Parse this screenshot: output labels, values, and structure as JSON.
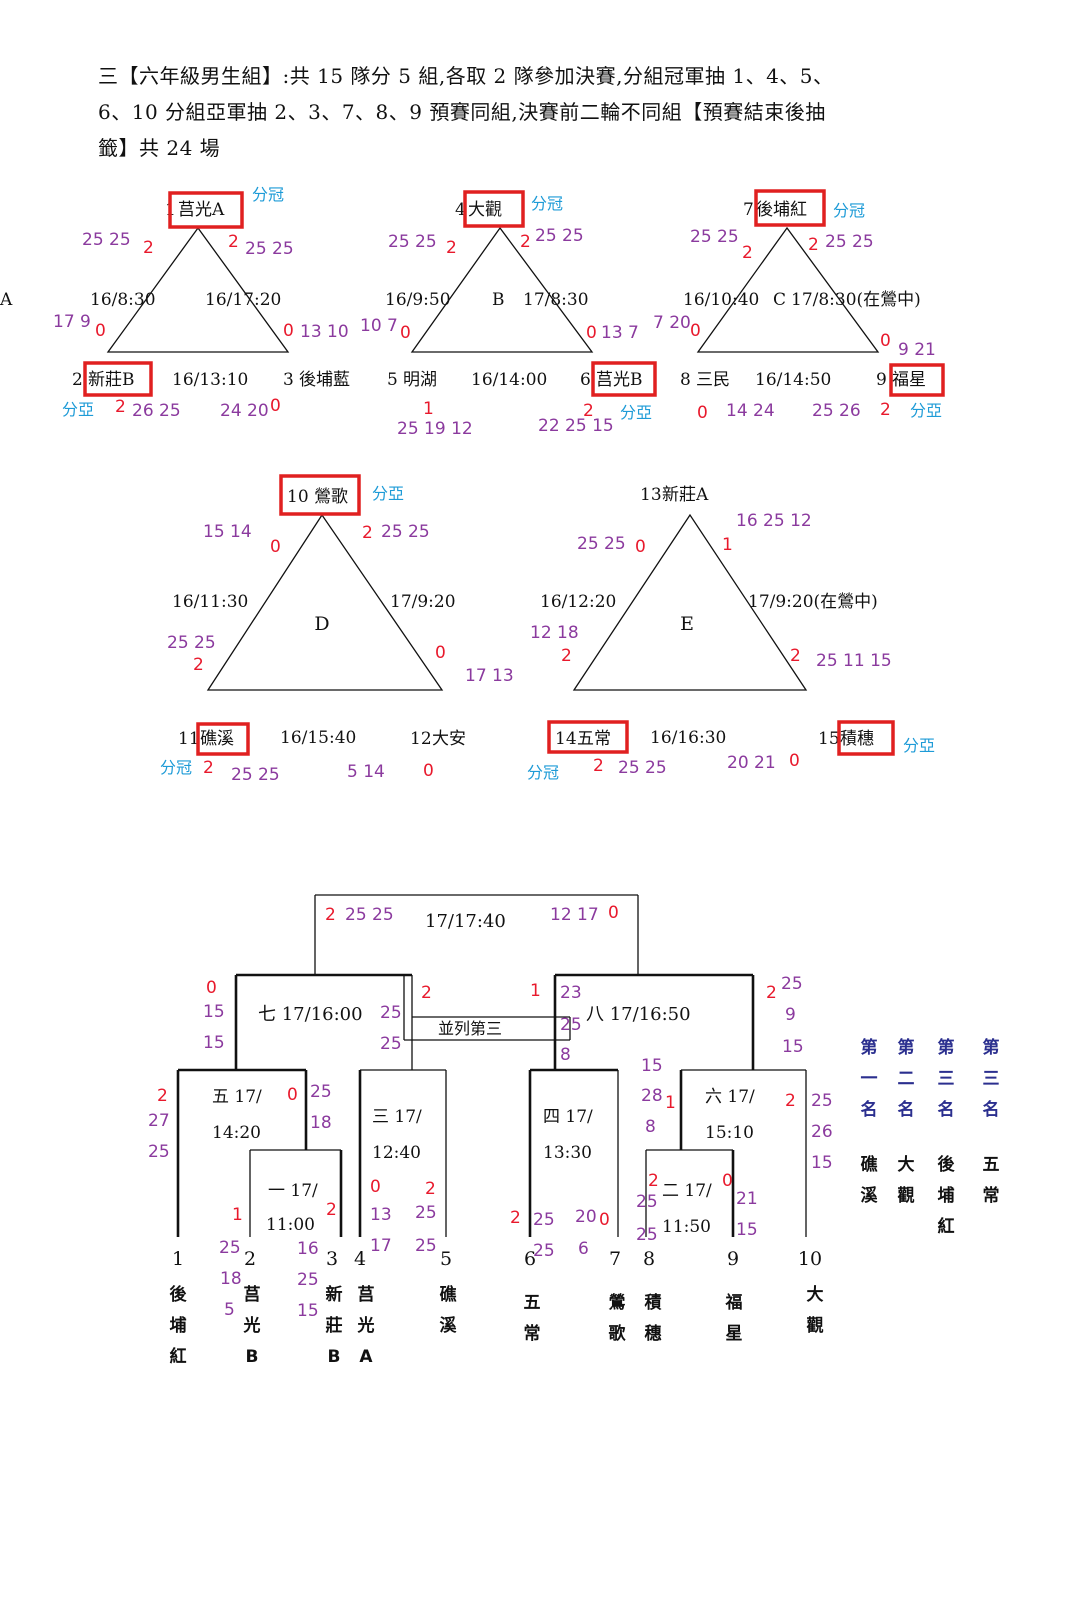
{
  "header": {
    "line1": "三【六年級男生組】:共 15 隊分 5 組,各取 2 隊參加決賽,分組冠軍抽 1、4、5、",
    "line2": "6、10 分組亞軍抽 2、3、7、8、9 預賽同組,決賽前二輪不同組【預賽結束後抽",
    "line3": "籤】共 24 場"
  },
  "colors": {
    "score_red": "#e8192c",
    "score_purple": "#8b3a9e",
    "tag_blue": "#1e9bd7",
    "box_red": "#e02020",
    "ranking_navy": "#2b2f8f"
  },
  "groups": [
    {
      "letter": "A",
      "time_left": "16/8:30",
      "time_right": "16/17:20",
      "time_bottom": "16/13:10",
      "top": {
        "num": "1",
        "name": "莒光A",
        "tag": "分冠"
      },
      "left": {
        "num": "2",
        "name": "新莊B",
        "tag": "分亞"
      },
      "right": {
        "num": "3",
        "name": "後埔藍",
        "tag": ""
      },
      "scores": [
        {
          "t": "25 25",
          "c": "p"
        },
        {
          "t": "2",
          "c": "r"
        },
        {
          "t": "2",
          "c": "r"
        },
        {
          "t": "25 25",
          "c": "p"
        },
        {
          "t": "17 9",
          "c": "p"
        },
        {
          "t": "0",
          "c": "r"
        },
        {
          "t": "0",
          "c": "r"
        },
        {
          "t": "13 10",
          "c": "p"
        },
        {
          "t": "2",
          "c": "r"
        },
        {
          "t": "26 25",
          "c": "p"
        },
        {
          "t": "24 20",
          "c": "p"
        },
        {
          "t": "0",
          "c": "r"
        }
      ]
    },
    {
      "letter": "B",
      "time_left": "16/9:50",
      "time_right": "17/8:30",
      "time_bottom": "16/14:00",
      "top": {
        "num": "4",
        "name": "大觀",
        "tag": "分冠"
      },
      "left": {
        "num": "5",
        "name": "明湖",
        "tag": ""
      },
      "right": {
        "num": "6",
        "name": "莒光B",
        "tag": "分亞"
      },
      "scores": [
        {
          "t": "25 25",
          "c": "p"
        },
        {
          "t": "2",
          "c": "r"
        },
        {
          "t": "2",
          "c": "r"
        },
        {
          "t": "25 25",
          "c": "p"
        },
        {
          "t": "10 7",
          "c": "p"
        },
        {
          "t": "0",
          "c": "r"
        },
        {
          "t": "0",
          "c": "r"
        },
        {
          "t": "13 7",
          "c": "p"
        },
        {
          "t": "1",
          "c": "r"
        },
        {
          "t": "25 19 12",
          "c": "p"
        },
        {
          "t": "2",
          "c": "r"
        },
        {
          "t": "22 25 15",
          "c": "p"
        }
      ]
    },
    {
      "letter": "C",
      "time_left": "16/10:40",
      "time_right": "17/8:30(在鶯中)",
      "time_bottom": "16/14:50",
      "top": {
        "num": "7",
        "name": "後埔紅",
        "tag": "分冠"
      },
      "left": {
        "num": "8",
        "name": "三民",
        "tag": ""
      },
      "right": {
        "num": "9",
        "name": "福星",
        "tag": "分亞"
      },
      "scores": [
        {
          "t": "25 25",
          "c": "p"
        },
        {
          "t": "2",
          "c": "r"
        },
        {
          "t": "2",
          "c": "r"
        },
        {
          "t": "25 25",
          "c": "p"
        },
        {
          "t": "7 20",
          "c": "p"
        },
        {
          "t": "0",
          "c": "r"
        },
        {
          "t": "0",
          "c": "r"
        },
        {
          "t": "9 21",
          "c": "p"
        },
        {
          "t": "0",
          "c": "r"
        },
        {
          "t": "14 24",
          "c": "p"
        },
        {
          "t": "25 26",
          "c": "p"
        },
        {
          "t": "2",
          "c": "r"
        }
      ]
    },
    {
      "letter": "D",
      "time_left": "16/11:30",
      "time_right": "17/9:20",
      "time_bottom": "16/15:40",
      "top": {
        "num": "10",
        "name": "鶯歌",
        "tag": "分亞"
      },
      "left": {
        "num": "11",
        "name": "礁溪",
        "tag": "分冠"
      },
      "right": {
        "num": "12",
        "name": "大安",
        "tag": ""
      },
      "scores": [
        {
          "t": "15 14",
          "c": "p"
        },
        {
          "t": "0",
          "c": "r"
        },
        {
          "t": "2",
          "c": "r"
        },
        {
          "t": "25 25",
          "c": "p"
        },
        {
          "t": "25 25",
          "c": "p"
        },
        {
          "t": "2",
          "c": "r"
        },
        {
          "t": "0",
          "c": "r"
        },
        {
          "t": "17 13",
          "c": "p"
        },
        {
          "t": "2",
          "c": "r"
        },
        {
          "t": "25 25",
          "c": "p"
        },
        {
          "t": "5 14",
          "c": "p"
        },
        {
          "t": "0",
          "c": "r"
        }
      ]
    },
    {
      "letter": "E",
      "time_left": "16/12:20",
      "time_right": "17/9:20(在鶯中)",
      "time_bottom": "16/16:30",
      "top": {
        "num": "13",
        "name": "新莊A",
        "tag": ""
      },
      "left": {
        "num": "14",
        "name": "五常",
        "tag": "分冠"
      },
      "right": {
        "num": "15",
        "name": "積穗",
        "tag": "分亞"
      },
      "scores": [
        {
          "t": "25 25",
          "c": "p"
        },
        {
          "t": "0",
          "c": "r"
        },
        {
          "t": "16 25 12",
          "c": "p"
        },
        {
          "t": "1",
          "c": "r"
        },
        {
          "t": "12 18",
          "c": "p"
        },
        {
          "t": "2",
          "c": "r"
        },
        {
          "t": "2",
          "c": "r"
        },
        {
          "t": "25 11 15",
          "c": "p"
        },
        {
          "t": "2",
          "c": "r"
        },
        {
          "t": "25 25",
          "c": "p"
        },
        {
          "t": "20 21",
          "c": "p"
        },
        {
          "t": "0",
          "c": "r"
        }
      ]
    }
  ],
  "bracket": {
    "final": {
      "time": "17/17:40",
      "left_set": "2",
      "left_scores": "25 25",
      "right_scores": "12 17",
      "right_set": "0"
    },
    "third_place": "並列第三",
    "matches": [
      {
        "label_a": "一 17/",
        "label_b": "11:00"
      },
      {
        "label_a": "二 17/",
        "label_b": "11:50"
      },
      {
        "label_a": "三 17/",
        "label_b": "12:40"
      },
      {
        "label_a": "四 17/",
        "label_b": "13:30"
      },
      {
        "label_a": "五 17/",
        "label_b": "14:20"
      },
      {
        "label_a": "六 17/",
        "label_b": "15:10"
      },
      {
        "label_a": "七 17/16:00",
        "label_b": ""
      },
      {
        "label_a": "八 17/16:50",
        "label_b": ""
      }
    ],
    "scores": [
      {
        "t": "0",
        "c": "r"
      },
      {
        "t": "15",
        "c": "p"
      },
      {
        "t": "15",
        "c": "p"
      },
      {
        "t": "25",
        "c": "p"
      },
      {
        "t": "25",
        "c": "p"
      },
      {
        "t": "2",
        "c": "r"
      },
      {
        "t": "1",
        "c": "r"
      },
      {
        "t": "23",
        "c": "p"
      },
      {
        "t": "25",
        "c": "p"
      },
      {
        "t": "8",
        "c": "p"
      },
      {
        "t": "2",
        "c": "r"
      },
      {
        "t": "25",
        "c": "p"
      },
      {
        "t": "9",
        "c": "p"
      },
      {
        "t": "15",
        "c": "p"
      },
      {
        "t": "2",
        "c": "r"
      },
      {
        "t": "27",
        "c": "p"
      },
      {
        "t": "25",
        "c": "p"
      },
      {
        "t": "0",
        "c": "r"
      },
      {
        "t": "25",
        "c": "p"
      },
      {
        "t": "18",
        "c": "p"
      },
      {
        "t": "1",
        "c": "r"
      },
      {
        "t": "25",
        "c": "p"
      },
      {
        "t": "18",
        "c": "p"
      },
      {
        "t": "5",
        "c": "p"
      },
      {
        "t": "2",
        "c": "r"
      },
      {
        "t": "16",
        "c": "p"
      },
      {
        "t": "25",
        "c": "p"
      },
      {
        "t": "15",
        "c": "p"
      },
      {
        "t": "0",
        "c": "r"
      },
      {
        "t": "13",
        "c": "p"
      },
      {
        "t": "17",
        "c": "p"
      },
      {
        "t": "2",
        "c": "r"
      },
      {
        "t": "25",
        "c": "p"
      },
      {
        "t": "25",
        "c": "p"
      },
      {
        "t": "2",
        "c": "r"
      },
      {
        "t": "25",
        "c": "p"
      },
      {
        "t": "25",
        "c": "p"
      },
      {
        "t": "20",
        "c": "p"
      },
      {
        "t": "0",
        "c": "r"
      },
      {
        "t": "6",
        "c": "p"
      },
      {
        "t": "15",
        "c": "p"
      },
      {
        "t": "28",
        "c": "p"
      },
      {
        "t": "1",
        "c": "r"
      },
      {
        "t": "8",
        "c": "p"
      },
      {
        "t": "2",
        "c": "r"
      },
      {
        "t": "25",
        "c": "p"
      },
      {
        "t": "25",
        "c": "p"
      },
      {
        "t": "0",
        "c": "r"
      },
      {
        "t": "21",
        "c": "p"
      },
      {
        "t": "15",
        "c": "p"
      },
      {
        "t": "2",
        "c": "r"
      },
      {
        "t": "25",
        "c": "p"
      },
      {
        "t": "26",
        "c": "p"
      },
      {
        "t": "15",
        "c": "p"
      }
    ],
    "slots": [
      {
        "num": "1",
        "team": [
          "後",
          "埔",
          "紅"
        ]
      },
      {
        "num": "2",
        "team": [
          "莒",
          "光",
          "B"
        ]
      },
      {
        "num": "3",
        "team": [
          "新",
          "莊",
          "B"
        ]
      },
      {
        "num": "4",
        "team": [
          "莒",
          "光",
          "A"
        ]
      },
      {
        "num": "5",
        "team": [
          "礁",
          "溪"
        ]
      },
      {
        "num": "6",
        "team": [
          "五",
          "常"
        ]
      },
      {
        "num": "7",
        "team": [
          "鶯",
          "歌"
        ]
      },
      {
        "num": "8",
        "team": [
          "積",
          "穗"
        ]
      },
      {
        "num": "9",
        "team": [
          "福",
          "星"
        ]
      },
      {
        "num": "10",
        "team": [
          "大",
          "觀"
        ]
      }
    ]
  },
  "ranking": [
    {
      "rank": [
        "第",
        "一",
        "名"
      ],
      "team": [
        "礁",
        "溪"
      ]
    },
    {
      "rank": [
        "第",
        "二",
        "名"
      ],
      "team": [
        "大",
        "觀"
      ]
    },
    {
      "rank": [
        "第",
        "三",
        "名"
      ],
      "team": [
        "後",
        "埔",
        "紅"
      ]
    },
    {
      "rank": [
        "第",
        "三",
        "名"
      ],
      "team": [
        "五",
        "常"
      ]
    }
  ]
}
